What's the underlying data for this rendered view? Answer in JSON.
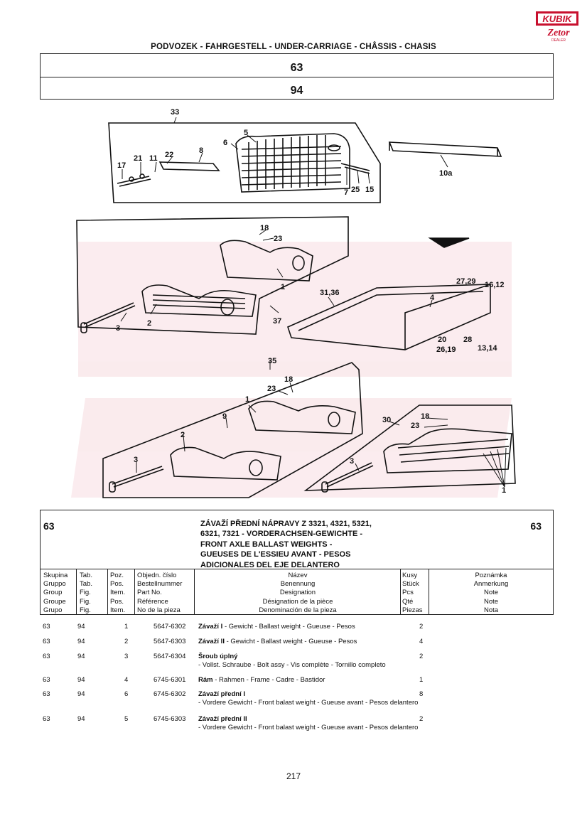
{
  "logo": {
    "brand": "KUBIK",
    "sub": "Zetor",
    "tag": "DEALER"
  },
  "header": {
    "title": "PODVOZEK - FAHRGESTELL - UNDER-CARRIAGE - CHÂSSIS - CHASIS"
  },
  "group_box": {
    "group": "63",
    "table": "94"
  },
  "callouts": {
    "c33": "33",
    "c5": "5",
    "c6": "6",
    "c8": "8",
    "c22": "22",
    "c21": "21",
    "c11": "11",
    "c17": "17",
    "c7": "7",
    "c25": "25",
    "c15": "15",
    "c10a": "10a",
    "c18a": "18",
    "c23a": "23",
    "c1a": "1",
    "c2a": "2",
    "c3a": "3",
    "c37": "37",
    "c3136": "31,36",
    "c4": "4",
    "c2729": "27,29",
    "c1612": "16,12",
    "c20": "20",
    "c28": "28",
    "c2619": "26,19",
    "c1314": "13,14",
    "c35": "35",
    "c18b": "18",
    "c23b": "23",
    "c1b": "1",
    "c9": "9",
    "c2b": "2",
    "c3b": "3",
    "c30": "30",
    "c18c": "18",
    "c23c": "23",
    "c3c": "3",
    "c1c": "1"
  },
  "info": {
    "group_left": "63",
    "group_right": "63",
    "description": [
      "ZÁVAŽÍ PŘEDNÍ NÁPRAVY Z 3321, 4321, 5321,",
      "6321, 7321 - VORDERACHSEN-GEWICHTE -",
      "FRONT AXLE BALLAST  WEIGHTS -",
      "GUEUSES DE L'ESSIEU AVANT - PESOS",
      "ADICIONALES DEL EJE DELANTERO"
    ]
  },
  "columns": {
    "skupina": [
      "Skupina",
      "Gruppo",
      "Group",
      "Groupe",
      "Grupo"
    ],
    "tab": [
      "Tab.",
      "Tab.",
      "Fig.",
      "Fig.",
      "Fig."
    ],
    "poz": [
      "Poz.",
      "Pos.",
      "Item.",
      "Pos.",
      "Item."
    ],
    "cislo": [
      "Objedn. číslo",
      "Bestellnummer",
      "Part No.",
      "Référence",
      "No de la pieza"
    ],
    "nazev": [
      "Název",
      "Benennung",
      "Designation",
      "Désignation de la pièce",
      "Denominación de la pieza"
    ],
    "kusy": [
      "Kusy",
      "Stück",
      "Pcs",
      "Qté",
      "Piezas"
    ],
    "poznamka": [
      "Poznámka",
      "Anmerkung",
      "Note",
      "Note",
      "Nota"
    ]
  },
  "rows": [
    {
      "group": "63",
      "tab": "94",
      "pos": "1",
      "part": "5647-6302",
      "name_bold": "Závaží I",
      "name_rest": " - Gewicht - Ballast weight - Gueuse - Pesos",
      "qty": "2"
    },
    {
      "group": "63",
      "tab": "94",
      "pos": "2",
      "part": "5647-6303",
      "name_bold": "Závaží II",
      "name_rest": " - Gewicht - Ballast weight - Gueuse - Pesos",
      "qty": "4"
    },
    {
      "group": "63",
      "tab": "94",
      "pos": "3",
      "part": "5647-6304",
      "name_bold": "Šroub úplný",
      "name_rest": " - Vollst. Schraube - Bolt assy - Vis complète - Tornillo completo",
      "qty": "2"
    },
    {
      "group": "63",
      "tab": "94",
      "pos": "4",
      "part": "6745-6301",
      "name_bold": "Rám",
      "name_rest": " - Rahmen - Frame - Cadre - Bastidor",
      "qty": "1"
    },
    {
      "group": "63",
      "tab": "94",
      "pos": "6",
      "part": "6745-6302",
      "name_bold": "Závaží přední I",
      "name_rest": " - Vordere Gewicht - Front balast weight - Gueuse avant - Pesos delantero",
      "qty": "8"
    },
    {
      "group": "63",
      "tab": "94",
      "pos": "5",
      "part": "6745-6303",
      "name_bold": "Závaží přední II",
      "name_rest": " - Vordere Gewicht - Front balast weight  - Gueuse avant - Pesos delantero",
      "qty": "2"
    }
  ],
  "page_number": "217",
  "colors": {
    "logo_red": "#c8102e",
    "ink": "#111111"
  }
}
